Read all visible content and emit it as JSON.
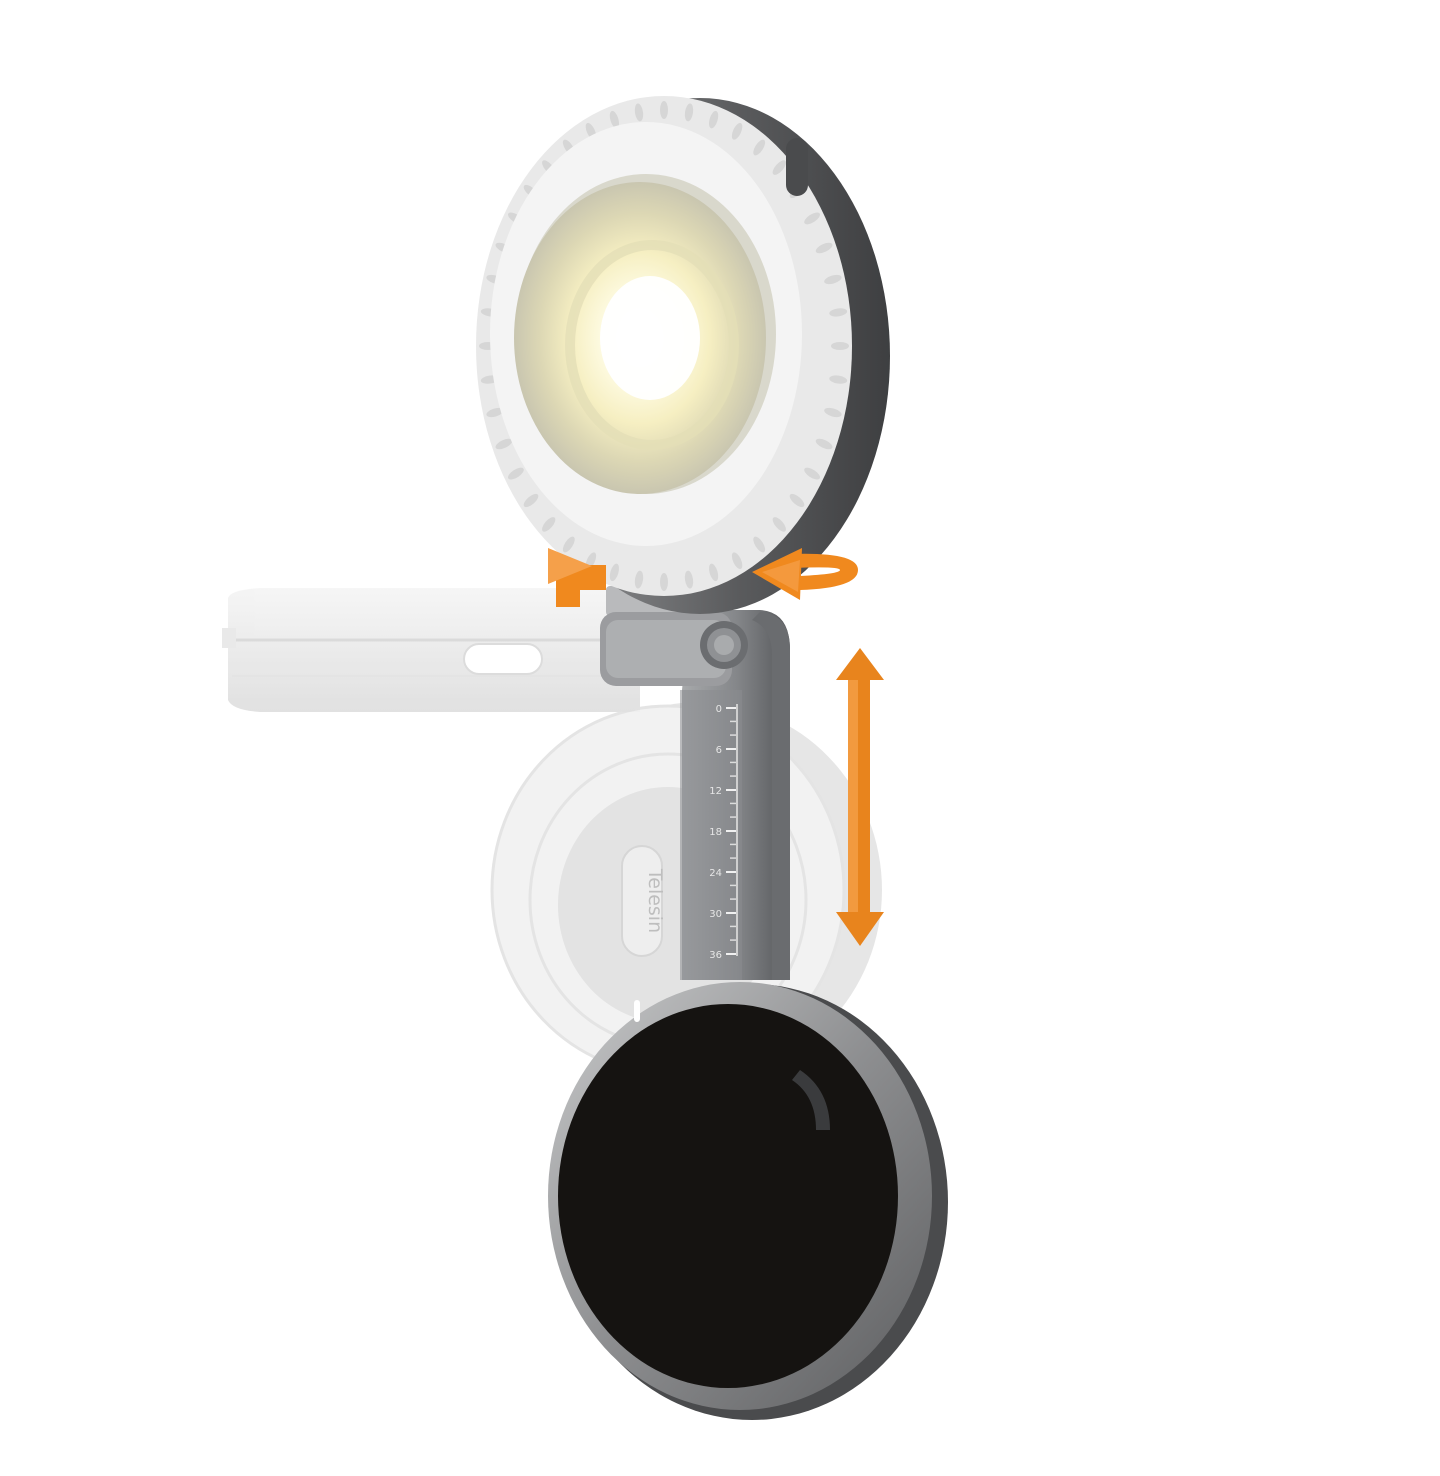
{
  "product": {
    "brand_label": "Telesin",
    "scale_marks": [
      "0",
      "6",
      "12",
      "18",
      "24",
      "30",
      "36"
    ]
  },
  "colors": {
    "background": "#ffffff",
    "accent_orange": "#f0891e",
    "ring_white": "#eeeeee",
    "body_gray": "#5e5f61",
    "arm_gray": "#7f8184",
    "disc_black": "#151311",
    "light_warm": "#fff6cc"
  },
  "icons": {
    "rotation": "curved-double-arrow-icon",
    "height_adjust": "vertical-double-arrow-icon"
  }
}
